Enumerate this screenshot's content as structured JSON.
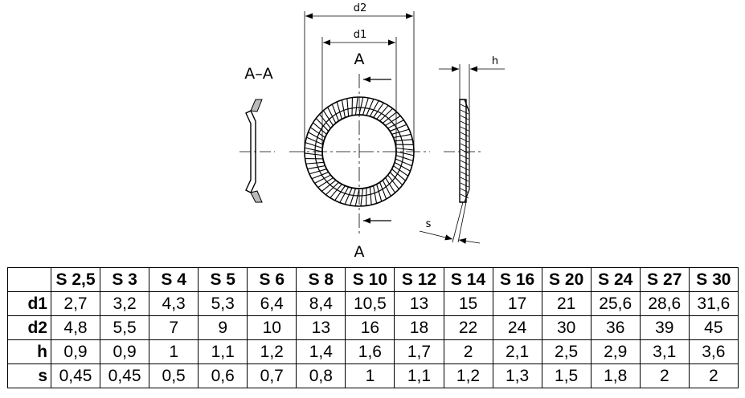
{
  "drawing": {
    "dim_d2": "d2",
    "dim_d1": "d1",
    "dim_h": "h",
    "dim_s": "s",
    "section_label": "A–A",
    "cut_top": "A",
    "cut_bottom": "A"
  },
  "table": {
    "columns": [
      "S 2,5",
      "S 3",
      "S 4",
      "S 5",
      "S 6",
      "S 8",
      "S 10",
      "S 12",
      "S 14",
      "S 16",
      "S 20",
      "S 24",
      "S 27",
      "S 30"
    ],
    "rows": [
      {
        "label": "d1",
        "values": [
          "2,7",
          "3,2",
          "4,3",
          "5,3",
          "6,4",
          "8,4",
          "10,5",
          "13",
          "15",
          "17",
          "21",
          "25,6",
          "28,6",
          "31,6"
        ]
      },
      {
        "label": "d2",
        "values": [
          "4,8",
          "5,5",
          "7",
          "9",
          "10",
          "13",
          "16",
          "18",
          "22",
          "24",
          "30",
          "36",
          "39",
          "45"
        ]
      },
      {
        "label": "h",
        "values": [
          "0,9",
          "0,9",
          "1",
          "1,1",
          "1,2",
          "1,4",
          "1,6",
          "1,7",
          "2",
          "2,1",
          "2,5",
          "2,9",
          "3,1",
          "3,6"
        ]
      },
      {
        "label": "s",
        "values": [
          "0,45",
          "0,45",
          "0,5",
          "0,6",
          "0,7",
          "0,8",
          "1",
          "1,1",
          "1,2",
          "1,3",
          "1,5",
          "1,8",
          "2",
          "2"
        ]
      }
    ]
  }
}
